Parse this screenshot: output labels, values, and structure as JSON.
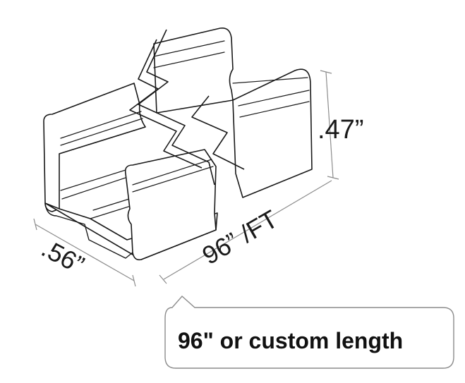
{
  "dimensions": {
    "height_label": ".47”",
    "width_label": ".56”",
    "length_label": "96” /FT"
  },
  "callout": {
    "text": "96\" or custom length"
  },
  "colors": {
    "line": "#1a1a1a",
    "dimension_line": "#8c8c8c",
    "callout_border": "#8c8c8c"
  }
}
